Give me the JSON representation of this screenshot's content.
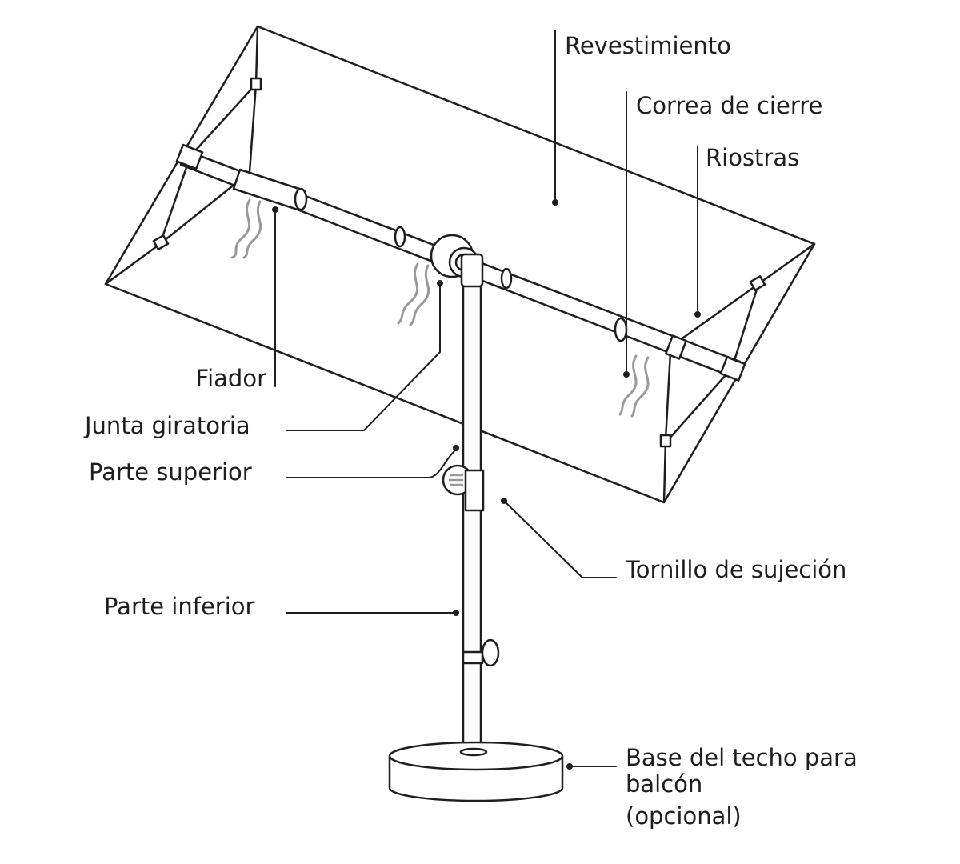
{
  "labels": {
    "revestimiento": "Revestimiento",
    "correa": "Correa de cierre",
    "riostras": "Riostras",
    "fiador": "Fiador",
    "junta": "Junta giratoria",
    "parte_superior": "Parte superior",
    "tornillo": "Tornillo de sujeción",
    "parte_inferior": "Parte inferior",
    "base_line1": "Base del techo para",
    "base_line2": "balcón",
    "base_line3": "(opcional)"
  },
  "colors": {
    "line": "#1e1e1e",
    "strap": "#9a9a9a"
  }
}
